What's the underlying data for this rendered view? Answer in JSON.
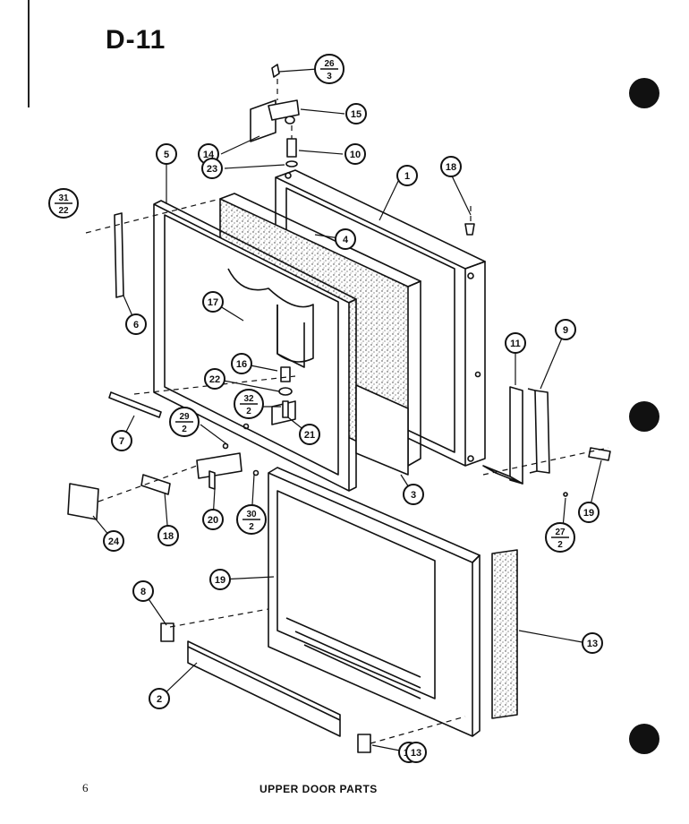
{
  "page": {
    "title": "D-11",
    "page_number": "6",
    "caption": "UPPER DOOR PARTS"
  },
  "callouts": [
    {
      "label": "26",
      "sub": "3"
    },
    {
      "label": "15"
    },
    {
      "label": "14"
    },
    {
      "label": "10"
    },
    {
      "label": "23"
    },
    {
      "label": "1"
    },
    {
      "label": "18"
    },
    {
      "label": "5"
    },
    {
      "label": "31",
      "sub": "22"
    },
    {
      "label": "4"
    },
    {
      "label": "6"
    },
    {
      "label": "17"
    },
    {
      "label": "16"
    },
    {
      "label": "22"
    },
    {
      "label": "32",
      "sub": "2"
    },
    {
      "label": "11"
    },
    {
      "label": "9"
    },
    {
      "label": "7"
    },
    {
      "label": "29",
      "sub": "2"
    },
    {
      "label": "21"
    },
    {
      "label": "3"
    },
    {
      "label": "19"
    },
    {
      "label": "30",
      "sub": "2"
    },
    {
      "label": "20"
    },
    {
      "label": "24"
    },
    {
      "label": "18"
    },
    {
      "label": "27",
      "sub": "2"
    },
    {
      "label": "19"
    },
    {
      "label": "8"
    },
    {
      "label": "13"
    },
    {
      "label": "2"
    },
    {
      "label": "12"
    },
    {
      "label": "13"
    }
  ]
}
